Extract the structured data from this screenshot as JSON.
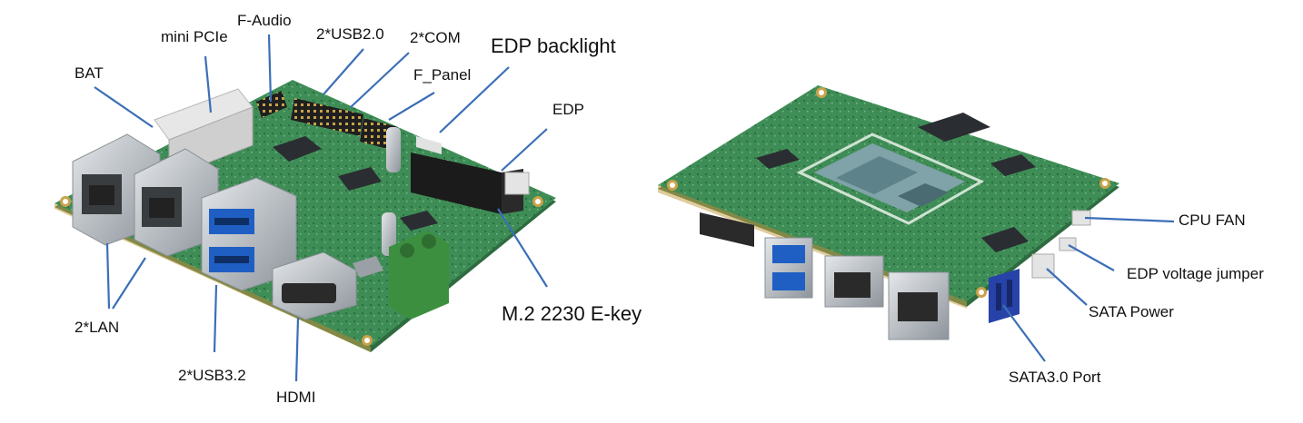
{
  "labels": {
    "mini_pcie": "mini PCIe",
    "f_audio": "F-Audio",
    "usb20": "2*USB2.0",
    "com": "2*COM",
    "edp_backlight": "EDP backlight",
    "bat": "BAT",
    "f_panel": "F_Panel",
    "edp": "EDP",
    "lan": "2*LAN",
    "usb32": "2*USB3.2",
    "hdmi": "HDMI",
    "m2": "M.2 2230 E-key",
    "cpu_fan": "CPU FAN",
    "edp_jumper": "EDP voltage jumper",
    "sata_power": "SATA Power",
    "sata_port": "SATA3.0 Port"
  },
  "colors": {
    "pcb": "#3f8d56",
    "pcb_edge": "#c9a24a",
    "leader": "#3b6fb7",
    "metal": "#b9bec4",
    "usb_blue": "#1f5fc4",
    "chip": "#2a2d31",
    "terminal_green": "#3c8f3f",
    "sata_blue": "#2742a8",
    "cpu_die": "#7fa3a8"
  },
  "icons": [
    "board-front-image",
    "board-back-image"
  ]
}
